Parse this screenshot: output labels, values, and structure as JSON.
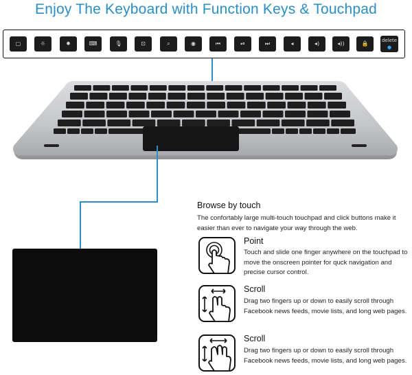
{
  "header": {
    "title": "Enjoy The Keyboard with Function Keys & Touchpad"
  },
  "function_keys": [
    {
      "icon": "square-icon",
      "glyph": "▢"
    },
    {
      "icon": "brightness-down-icon",
      "glyph": "☼"
    },
    {
      "icon": "brightness-up-icon",
      "glyph": "✹"
    },
    {
      "icon": "keyboard-icon",
      "glyph": "⌨"
    },
    {
      "icon": "microphone-icon",
      "glyph": "🎙"
    },
    {
      "icon": "screenshot-icon",
      "glyph": "⊡"
    },
    {
      "icon": "search-icon",
      "glyph": "⌕"
    },
    {
      "icon": "globe-icon",
      "glyph": "◉"
    },
    {
      "icon": "previous-track-icon",
      "glyph": "⏮"
    },
    {
      "icon": "play-pause-icon",
      "glyph": "⏯"
    },
    {
      "icon": "next-track-icon",
      "glyph": "⏭"
    },
    {
      "icon": "mute-icon",
      "glyph": "◂"
    },
    {
      "icon": "volume-down-icon",
      "glyph": "◂)"
    },
    {
      "icon": "volume-up-icon",
      "glyph": "◂))"
    },
    {
      "icon": "lock-icon",
      "glyph": "🔒"
    }
  ],
  "delete_key": {
    "label": "delete",
    "dot": "●"
  },
  "browse": {
    "title": "Browse by touch",
    "description": "The confortably large multi-touch touchpad and click buttons make it easier than ever to navigate your way through the web."
  },
  "features": [
    {
      "icon": "point-gesture-icon",
      "title": "Point",
      "description": "Touch and slide one finger anywhere on the touchpad to move the onscreen pointer for quck navigation and precise cursor control."
    },
    {
      "icon": "scroll-two-finger-icon",
      "title": "Scroll",
      "description": "Drag two fingers up or down to easily scroll through Facebook news feeds, movie lists, and long web pages."
    },
    {
      "icon": "scroll-three-finger-icon",
      "title": "Scroll",
      "description": "Drag two fingers up or down to easily scroll through Facebook news feeds, movie lists, and long web pages."
    }
  ],
  "colors": {
    "accent": "#2a8fc6",
    "key": "#1c1c1c",
    "frame": "#c9cacc"
  }
}
